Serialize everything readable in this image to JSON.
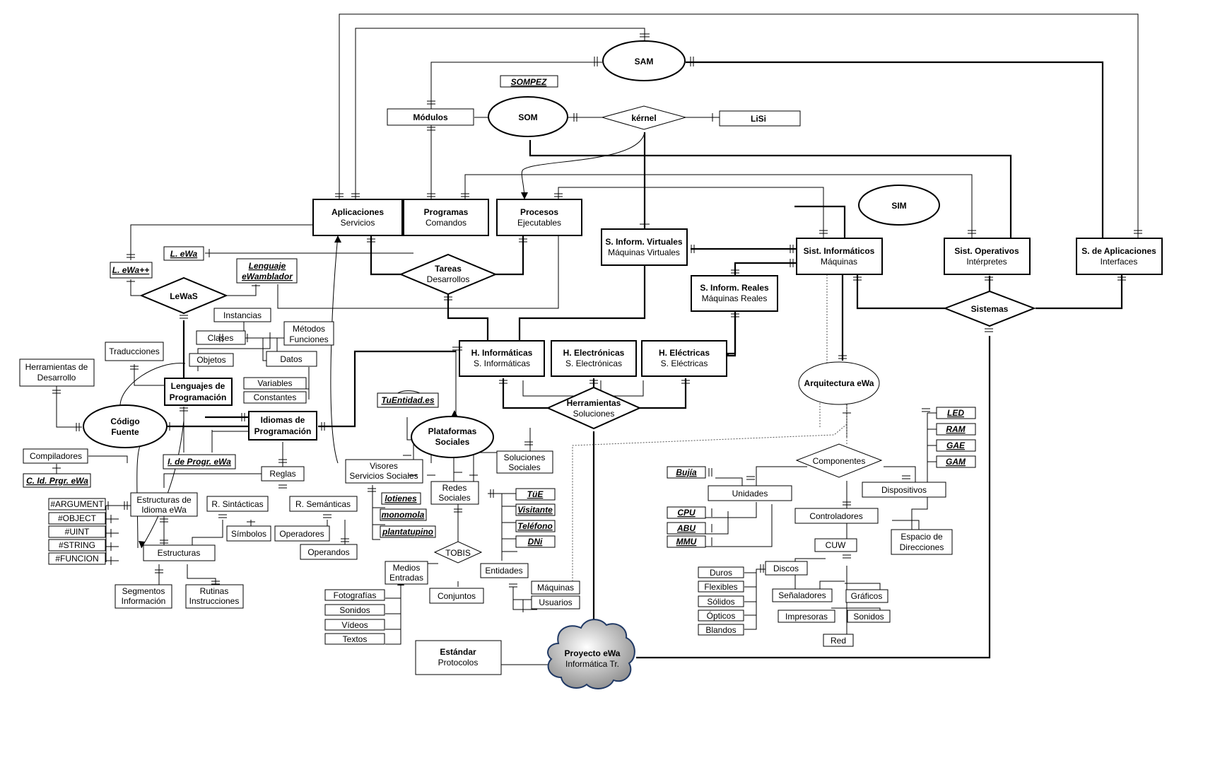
{
  "nodes": {
    "sam": "SAM",
    "som": "SOM",
    "sompez": "SOMPEZ",
    "modulos": "Módulos",
    "kernel": "kérnel",
    "lisi": "LiSi",
    "sim": "SIM",
    "aplicaciones": [
      "Aplicaciones",
      "Servicios"
    ],
    "programas": [
      "Programas",
      "Comandos"
    ],
    "procesos": [
      "Procesos",
      "Ejecutables"
    ],
    "s_inform_virtuales": [
      "S. Inform. Virtuales",
      "Máquinas Virtuales"
    ],
    "sist_informaticos": [
      "Sist. Informáticos",
      "Máquinas"
    ],
    "sist_operativos": [
      "Sist. Operativos",
      "Intérpretes"
    ],
    "s_aplicaciones": [
      "S. de Aplicaciones",
      "Interfaces"
    ],
    "s_inform_reales": [
      "S. Inform. Reales",
      "Máquinas Reales"
    ],
    "sistemas": "Sistemas",
    "tareas": [
      "Tareas",
      "Desarrollos"
    ],
    "l_ewa": "L. eWa",
    "l_ewa_pp": "L. eWa++",
    "lenguaje_ewamblador": [
      "Lenguaje",
      "eWamblador"
    ],
    "lewas": "LeWaS",
    "instancias": "Instancias",
    "clases": "Clases",
    "metodos": [
      "Métodos",
      "Funciones"
    ],
    "traducciones": "Traducciones",
    "objetos": "Objetos",
    "datos": "Datos",
    "variables": "Variables",
    "constantes": "Constantes",
    "herramientas_desarrollo": [
      "Herramientas de",
      "Desarrollo"
    ],
    "lenguajes_programacion": [
      "Lenguajes de",
      "Programación"
    ],
    "codigo_fuente": [
      "Código",
      "Fuente"
    ],
    "idiomas_programacion": [
      "Idiomas de",
      "Programación"
    ],
    "compiladores": "Compiladores",
    "c_id_prgr": "C. Id. Prgr. eWa",
    "i_de_progr": "I. de Progr. eWa",
    "reglas": "Reglas",
    "estructuras_idioma": [
      "Estructuras de",
      "Idioma eWa"
    ],
    "r_sintacticas": "R. Sintácticas",
    "r_semanticas": "R. Semánticas",
    "simbolos": "Símbolos",
    "operadores": "Operadores",
    "operandos": "Operandos",
    "estructuras": "Estructuras",
    "segmentos": [
      "Segmentos",
      "Información"
    ],
    "rutinas": [
      "Rutinas",
      "Instrucciones"
    ],
    "tipos": [
      "#ARGUMENT",
      "#OBJECT",
      "#UINT",
      "#STRING",
      "#FUNCION"
    ],
    "h_informaticas": [
      "H. Informáticas",
      "S. Informáticas"
    ],
    "h_electronicas": [
      "H. Electrónicas",
      "S. Electrónicas"
    ],
    "h_electricas": [
      "H. Eléctricas",
      "S. Eléctricas"
    ],
    "herramientas": [
      "Herramientas",
      "Soluciones"
    ],
    "tuentidad": "TuEntidad.es",
    "plataformas_sociales": [
      "Plataformas",
      "Sociales"
    ],
    "visores": [
      "Visores",
      "Servicios Sociales"
    ],
    "soluciones_sociales": [
      "Soluciones",
      "Sociales"
    ],
    "redes_sociales": [
      "Redes",
      "Sociales"
    ],
    "servicios_soc": [
      "lotienes",
      "monomola",
      "plantatupino"
    ],
    "redes_attrs": [
      "TüE",
      "Visitante",
      "Teléfono",
      "DNi"
    ],
    "tobis": "TOBIS",
    "medios": [
      "Medios",
      "Entradas"
    ],
    "entidades": "Entidades",
    "conjuntos": "Conjuntos",
    "maquinas": "Máquinas",
    "usuarios": "Usuarios",
    "medios_tipos": [
      "Fotografías",
      "Sonidos",
      "Vídeos",
      "Textos"
    ],
    "estandar": [
      "Estándar",
      "Protocolos"
    ],
    "proyecto": [
      "Proyecto eWa",
      "Informática Tr."
    ],
    "arquitectura": "Arquitectura eWa",
    "componentes": "Componentes",
    "unidades": "Unidades",
    "dispositivos": "Dispositivos",
    "bujia": "Bujía",
    "cpu_attrs": [
      "CPU",
      "ABU",
      "MMU"
    ],
    "controladores": "Controladores",
    "espacio": [
      "Espacio de",
      "Direcciones"
    ],
    "cuw": "CUW",
    "disp_attrs": [
      "LED",
      "RAM",
      "GAE",
      "GAM"
    ],
    "discos": "Discos",
    "discos_tipos": [
      "Duros",
      "Flexibles",
      "Sólidos",
      "Ópticos",
      "Blandos"
    ],
    "senaladores": "Señaladores",
    "graficos": "Gráficos",
    "impresoras": "Impresoras",
    "sonidos_cuw": "Sonidos",
    "red": "Red"
  }
}
